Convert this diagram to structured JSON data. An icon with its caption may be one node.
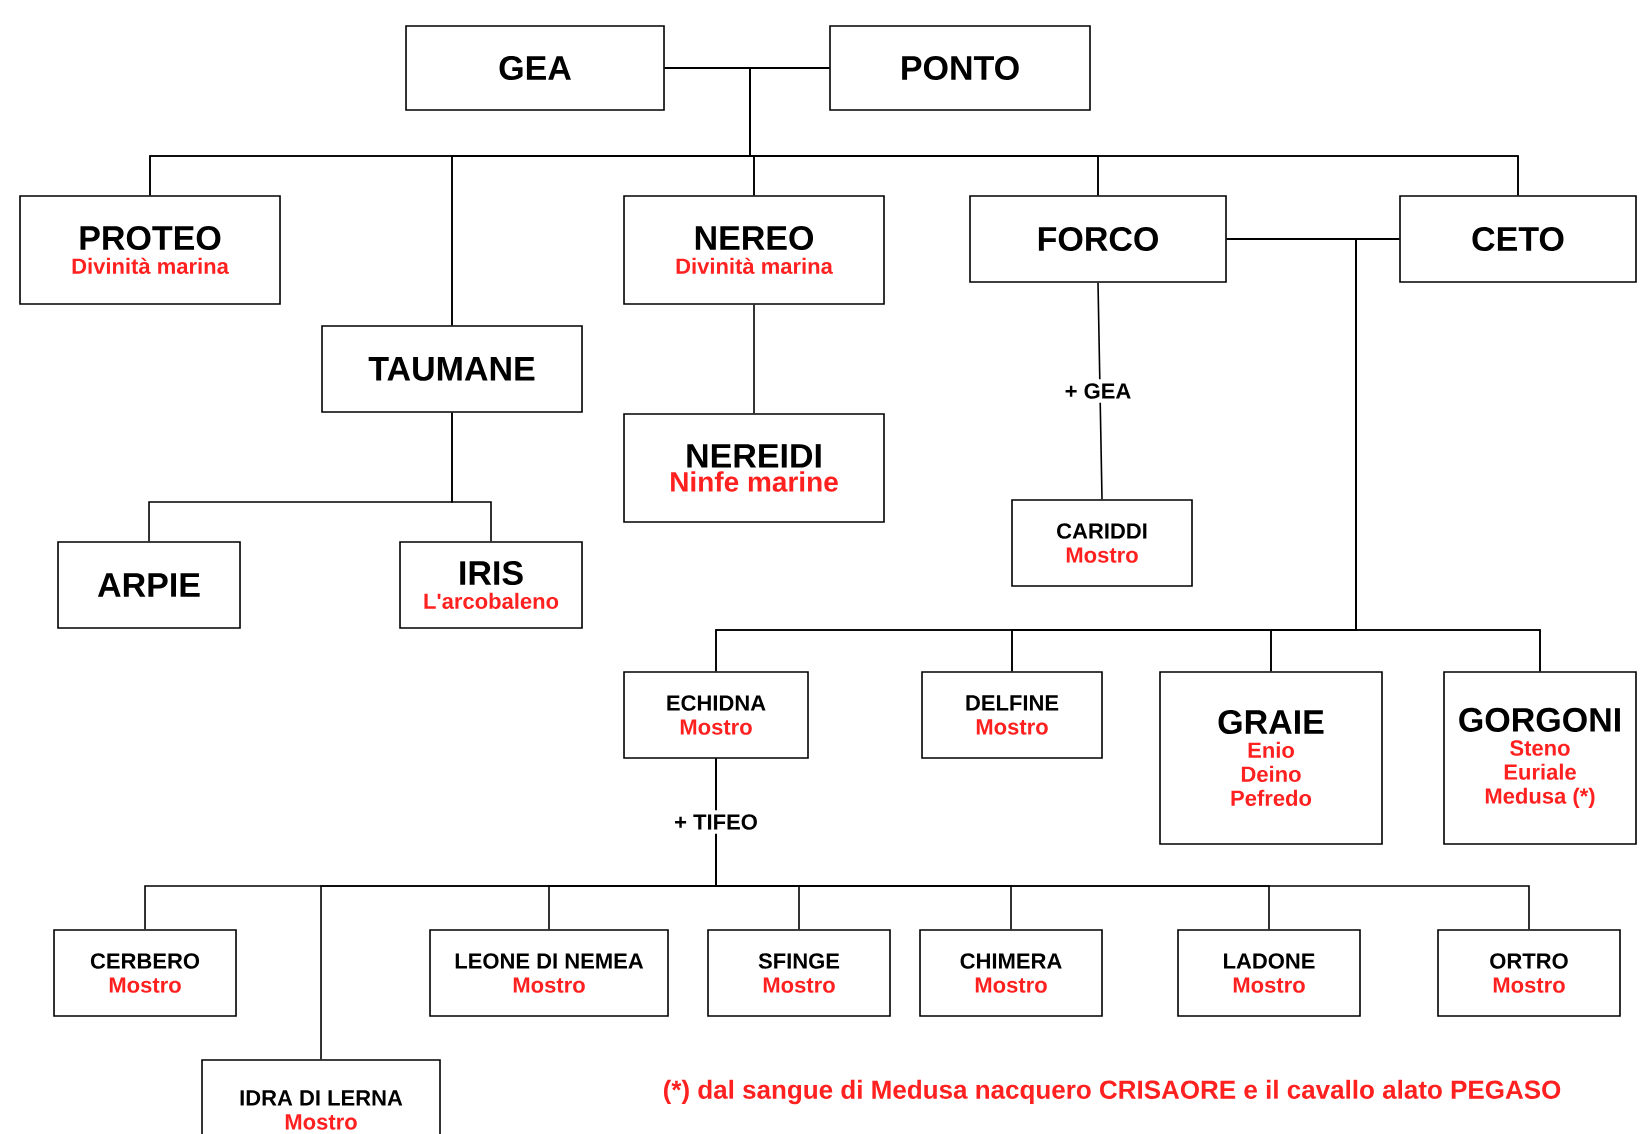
{
  "diagram": {
    "nodes": [
      {
        "text": [
          "GEA"
        ]
      },
      {
        "text": [
          "PONTO"
        ]
      },
      {
        "text": [
          "PROTEO",
          "Divinità marina"
        ]
      },
      {
        "text": [
          "NEREO",
          "Divinità marina"
        ]
      },
      {
        "text": [
          "FORCO"
        ]
      },
      {
        "text": [
          "CETO"
        ]
      },
      {
        "text": [
          "TAUMANE"
        ]
      },
      {
        "text": [
          "NEREIDI",
          "Ninfe marine"
        ]
      },
      {
        "text": [
          "CARIDDI",
          "Mostro"
        ]
      },
      {
        "text": [
          "ARPIE"
        ]
      },
      {
        "text": [
          "IRIS",
          "L'arcobaleno"
        ]
      },
      {
        "text": [
          "ECHIDNA",
          "Mostro"
        ]
      },
      {
        "text": [
          "DELFINE",
          "Mostro"
        ]
      },
      {
        "text": [
          "GRAIE",
          "Enio",
          "Deino",
          "Pefredo"
        ]
      },
      {
        "text": [
          "GORGONI",
          "Steno",
          "Euriale",
          "Medusa (*)"
        ]
      },
      {
        "text": [
          "CERBERO",
          "Mostro"
        ]
      },
      {
        "text": [
          "IDRA DI LERNA",
          "Mostro"
        ]
      },
      {
        "text": [
          "LEONE DI NEMEA",
          "Mostro"
        ]
      },
      {
        "text": [
          "SFINGE",
          "Mostro"
        ]
      },
      {
        "text": [
          "CHIMERA",
          "Mostro"
        ]
      },
      {
        "text": [
          "LADONE",
          "Mostro"
        ]
      },
      {
        "text": [
          "ORTRO",
          "Mostro"
        ]
      }
    ],
    "edges": [
      {
        "from": 0,
        "to": 2,
        "arrow": "none"
      },
      {
        "from": 1,
        "to": 2,
        "arrow": "none"
      },
      {
        "from": 0,
        "to": 6,
        "arrow": "none"
      },
      {
        "from": 1,
        "to": 6,
        "arrow": "none"
      },
      {
        "from": 0,
        "to": 3,
        "arrow": "none"
      },
      {
        "from": 1,
        "to": 3,
        "arrow": "none"
      },
      {
        "from": 0,
        "to": 4,
        "arrow": "none"
      },
      {
        "from": 1,
        "to": 4,
        "arrow": "none"
      },
      {
        "from": 0,
        "to": 5,
        "arrow": "none"
      },
      {
        "from": 1,
        "to": 5,
        "arrow": "none"
      },
      {
        "from": 6,
        "to": 9,
        "arrow": "none"
      },
      {
        "from": 6,
        "to": 10,
        "arrow": "none"
      },
      {
        "from": 3,
        "to": 7,
        "arrow": "none"
      },
      {
        "from": 4,
        "to": 8,
        "arrow": "none",
        "label": "+ GEA"
      },
      {
        "from": 4,
        "to": 11,
        "arrow": "none"
      },
      {
        "from": 5,
        "to": 11,
        "arrow": "none"
      },
      {
        "from": 4,
        "to": 12,
        "arrow": "none"
      },
      {
        "from": 5,
        "to": 12,
        "arrow": "none"
      },
      {
        "from": 4,
        "to": 13,
        "arrow": "none"
      },
      {
        "from": 5,
        "to": 13,
        "arrow": "none"
      },
      {
        "from": 4,
        "to": 14,
        "arrow": "none"
      },
      {
        "from": 5,
        "to": 14,
        "arrow": "none"
      },
      {
        "from": 11,
        "to": 15,
        "arrow": "none",
        "label": "+ TIFEO"
      },
      {
        "from": 11,
        "to": 16,
        "arrow": "none"
      },
      {
        "from": 11,
        "to": 17,
        "arrow": "none"
      },
      {
        "from": 11,
        "to": 18,
        "arrow": "none"
      },
      {
        "from": 11,
        "to": 19,
        "arrow": "none"
      },
      {
        "from": 11,
        "to": 20,
        "arrow": "none"
      },
      {
        "from": 11,
        "to": 21,
        "arrow": "none"
      }
    ],
    "labels": [
      "(*) dal sangue di Medusa nacquero CRISAORE e il cavallo alato PEGASO"
    ]
  }
}
